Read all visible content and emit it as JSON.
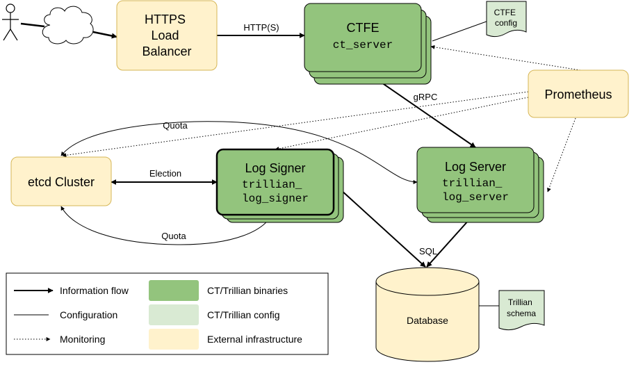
{
  "colors": {
    "binary": "#93c47d",
    "config": "#d9ead3",
    "infra": "#fff2cc",
    "infra_stroke": "#d6b656",
    "stroke": "#000000"
  },
  "icons": {
    "user": "stick-figure-user-icon",
    "network": "cloud-icon"
  },
  "nodes": {
    "lb": {
      "lines": [
        "HTTPS",
        "Load",
        "Balancer"
      ]
    },
    "ctfe": {
      "title": "CTFE",
      "binary": "ct_server"
    },
    "ctfe_config": {
      "lines": [
        "CTFE",
        "config"
      ]
    },
    "prometheus": {
      "title": "Prometheus"
    },
    "etcd": {
      "title": "etcd Cluster"
    },
    "log_signer": {
      "title": "Log Signer",
      "binary_lines": [
        "trillian_",
        "log_signer"
      ]
    },
    "log_server": {
      "title": "Log Server",
      "binary_lines": [
        "trillian_",
        "log_server"
      ]
    },
    "database": {
      "title": "Database"
    },
    "trillian_schema": {
      "lines": [
        "Trillian",
        "schema"
      ]
    }
  },
  "edge_labels": {
    "lb_ctfe": "HTTP(S)",
    "ctfe_logserver": "gRPC",
    "etcd_signer": "Election",
    "quota_top": "Quota",
    "quota_bottom": "Quota",
    "sql": "SQL"
  },
  "legend": {
    "items": [
      {
        "line_label": "Information flow",
        "swatch_label": "CT/Trillian binaries"
      },
      {
        "line_label": "Configuration",
        "swatch_label": "CT/Trillian config"
      },
      {
        "line_label": "Monitoring",
        "swatch_label": "External infrastructure"
      }
    ]
  }
}
